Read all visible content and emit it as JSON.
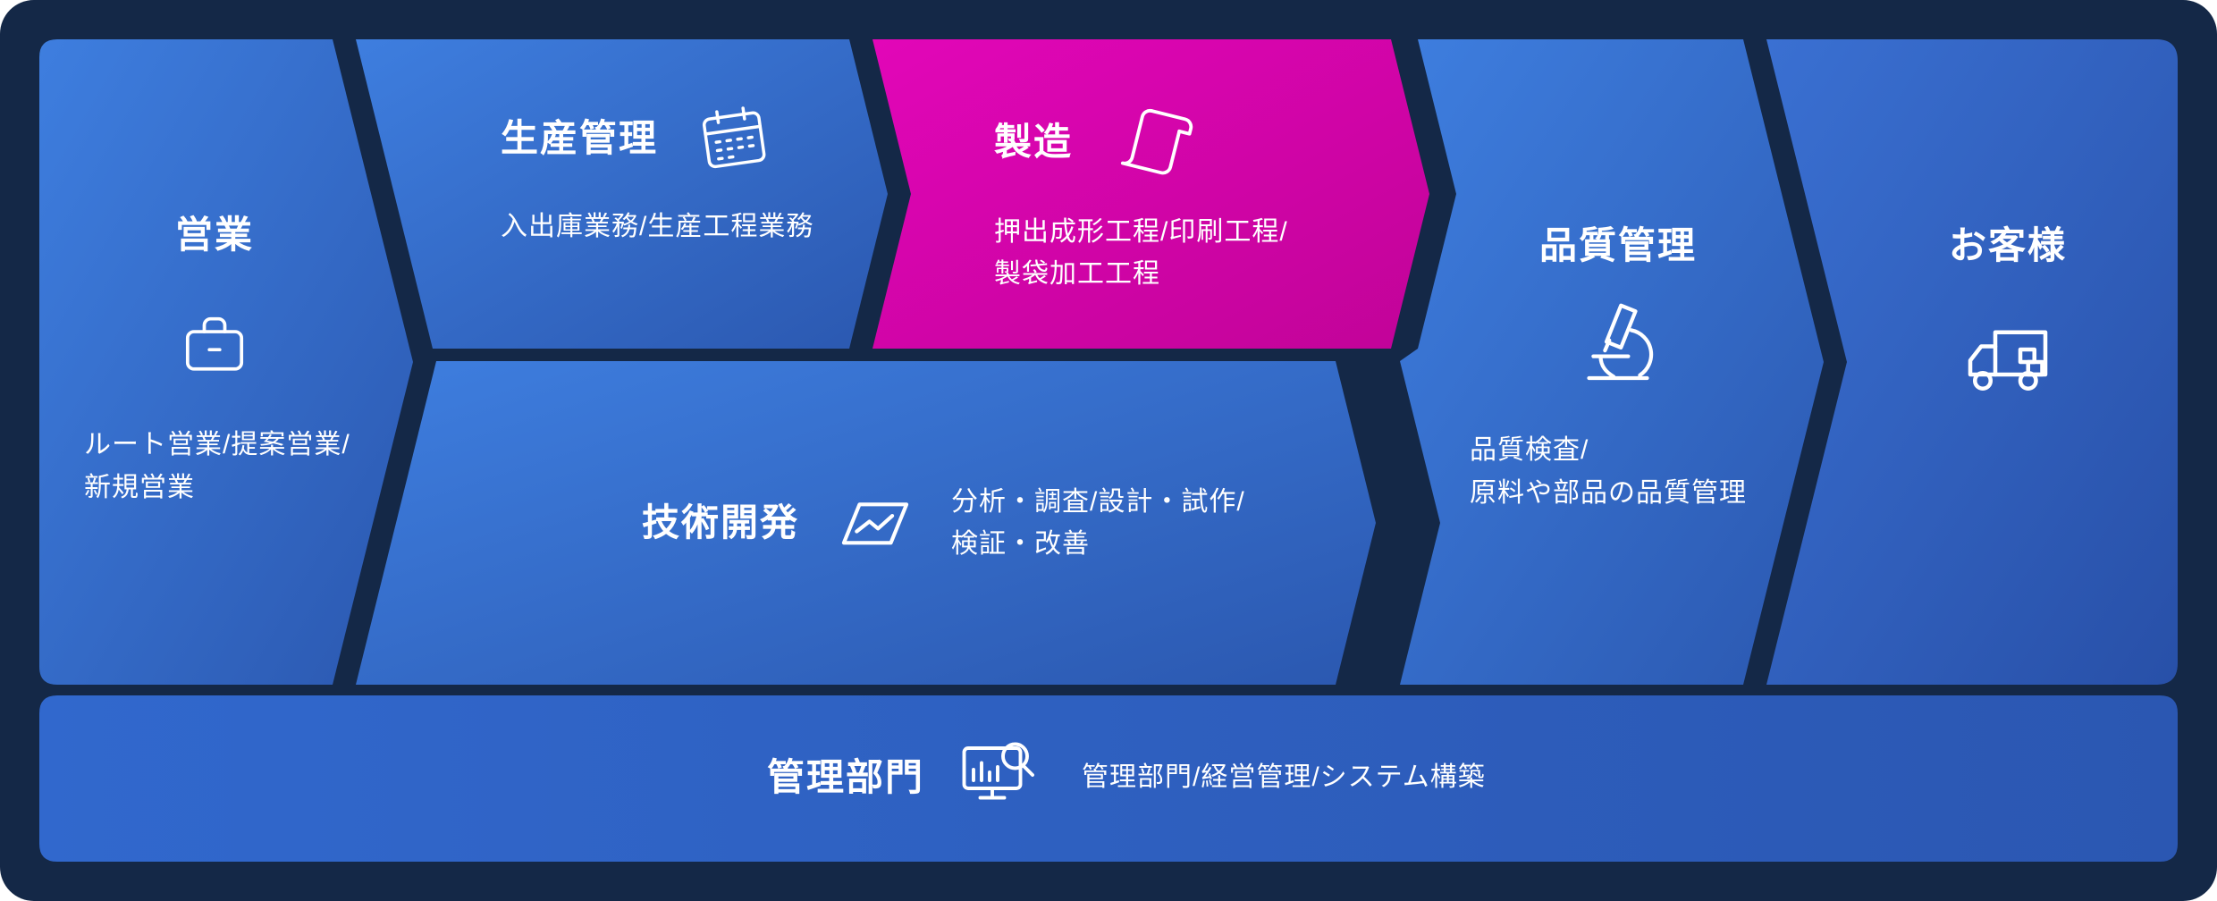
{
  "colors": {
    "background": "#142847",
    "panel_blue_light": "#3c7ad9",
    "panel_blue_dark": "#2b58b0",
    "accent_magenta": "#d905ad",
    "text": "#ffffff"
  },
  "panels": {
    "sales": {
      "title": "営業",
      "icon": "briefcase-icon",
      "desc_line1": "ルート営業/提案営業/",
      "desc_line2": "新規営業"
    },
    "production_control": {
      "title": "生産管理",
      "icon": "calendar-icon",
      "desc_line1": "入出庫業務/生産工程業務"
    },
    "manufacturing": {
      "title": "製造",
      "icon": "scroll-icon",
      "desc_line1": "押出成形工程/印刷工程/",
      "desc_line2": "製袋加工工程",
      "highlight_color": "#d905ad"
    },
    "development": {
      "title": "技術開発",
      "icon": "blueprint-icon",
      "desc_line1": "分析・調査/設計・試作/",
      "desc_line2": "検証・改善"
    },
    "quality": {
      "title": "品質管理",
      "icon": "microscope-icon",
      "desc_line1": "品質検査/",
      "desc_line2": "原料や部品の品質管理"
    },
    "customer": {
      "title": "お客様",
      "icon": "truck-icon"
    },
    "admin": {
      "title": "管理部門",
      "icon": "monitor-chart-icon",
      "desc_line1": "管理部門/経営管理/システム構築"
    }
  }
}
